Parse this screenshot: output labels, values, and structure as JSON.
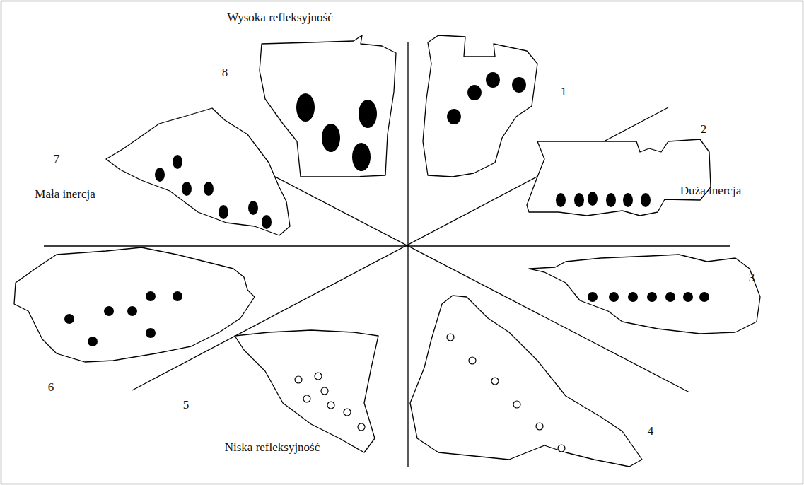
{
  "diagram": {
    "labels": [
      "Wysoka refleksyjność",
      "8",
      "1",
      "2",
      "Duża inercja",
      "7",
      "Mała inercja",
      "3",
      "6",
      "4",
      "5",
      "Niska refleksyjność"
    ]
  }
}
